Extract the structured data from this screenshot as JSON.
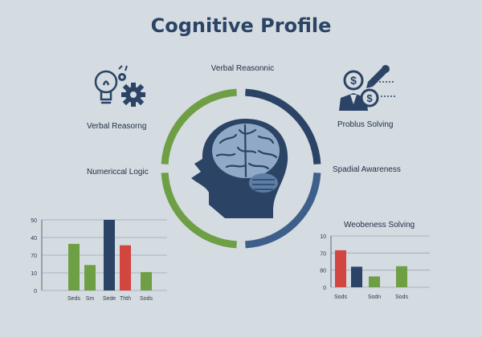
{
  "header": {
    "title": "Cognitive Profile"
  },
  "ring": {
    "top_label": "Verbal Reasonnic",
    "colors": {
      "green": "#6f9f45",
      "navy": "#2b4466",
      "slate": "#3e5f8a"
    }
  },
  "labels": {
    "left_top": "Verbal Reasorng",
    "left_mid": "Numericcal Logic",
    "right_top": "Problus Solving",
    "right_mid": "Spadial Awareness"
  },
  "icons": {
    "left": [
      "lightbulb-icon",
      "gear-icon"
    ],
    "right": [
      "dollar-coin-icon",
      "person-icon",
      "pen-icon"
    ]
  },
  "chart_data": [
    {
      "type": "bar",
      "categories": [
        "Seds",
        "Sm",
        "Sede",
        "Thth",
        "Sods"
      ],
      "y_ticks": [
        "50",
        "40",
        "70",
        "10",
        "0"
      ],
      "values": [
        0.66,
        0.36,
        1.0,
        0.64,
        0.26
      ],
      "colors": [
        "#6f9f45",
        "#6f9f45",
        "#2b4466",
        "#d2463f",
        "#6f9f45"
      ],
      "grid": true
    },
    {
      "type": "bar",
      "title": "Weobeness Solving",
      "categories": [
        "Sods",
        "Sodn",
        "Sods"
      ],
      "y_ticks": [
        "10",
        "70",
        "80",
        "0"
      ],
      "values": [
        0.72,
        0.4,
        0.21,
        0.41
      ],
      "colors": [
        "#d2463f",
        "#2b4466",
        "#6f9f45",
        "#6f9f45"
      ],
      "grid": true
    }
  ]
}
